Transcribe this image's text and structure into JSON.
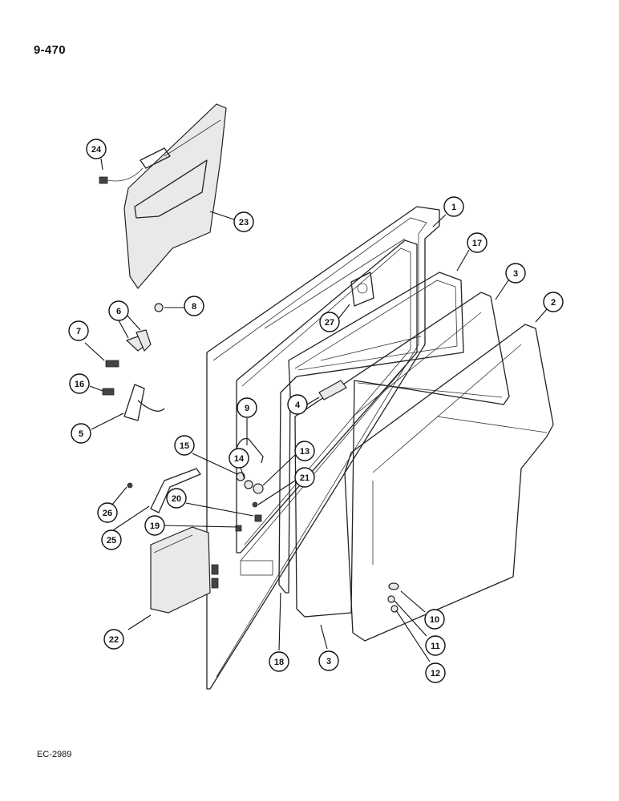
{
  "page": {
    "page_number": "9-470",
    "figure_code": "EC-2989"
  },
  "callouts": [
    {
      "label": "1"
    },
    {
      "label": "17"
    },
    {
      "label": "3"
    },
    {
      "label": "2"
    },
    {
      "label": "23"
    },
    {
      "label": "24"
    },
    {
      "label": "6"
    },
    {
      "label": "8"
    },
    {
      "label": "7"
    },
    {
      "label": "27"
    },
    {
      "label": "16"
    },
    {
      "label": "5"
    },
    {
      "label": "9"
    },
    {
      "label": "4"
    },
    {
      "label": "15"
    },
    {
      "label": "14"
    },
    {
      "label": "13"
    },
    {
      "label": "21"
    },
    {
      "label": "20"
    },
    {
      "label": "26"
    },
    {
      "label": "19"
    },
    {
      "label": "25"
    },
    {
      "label": "22"
    },
    {
      "label": "18"
    },
    {
      "label": "3"
    },
    {
      "label": "10"
    },
    {
      "label": "11"
    },
    {
      "label": "12"
    }
  ]
}
